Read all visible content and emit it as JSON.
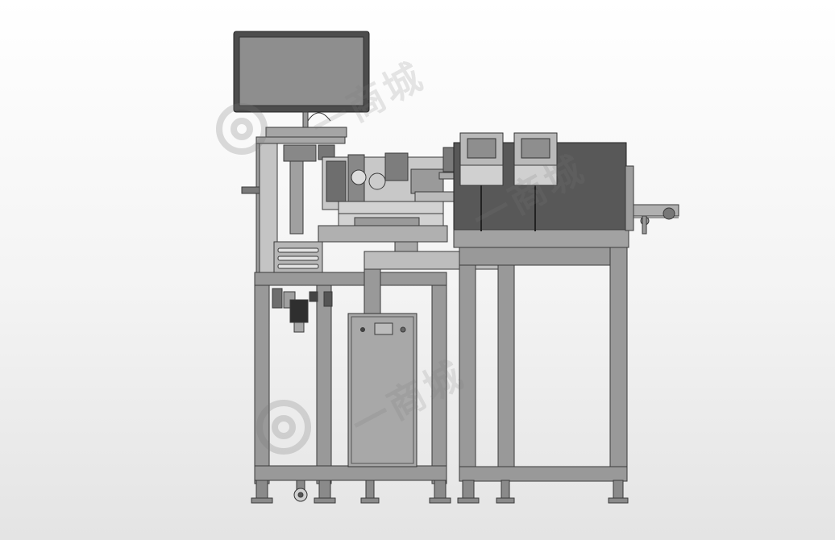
{
  "image": {
    "subject": "industrial-assembly-machine-cad-render",
    "view": "front-elevation",
    "colors": {
      "background_top": "#ffffff",
      "background_bottom": "#e4e4e4",
      "frame": "#9a9a9a",
      "frame_edge": "#4a4a4a",
      "enclosure": "#5b5b5b",
      "panel": "#b8b8b8",
      "screen": "#8c8c8c",
      "outline": "#333333"
    }
  },
  "watermark": {
    "text": "一商城",
    "repeat": 3
  }
}
